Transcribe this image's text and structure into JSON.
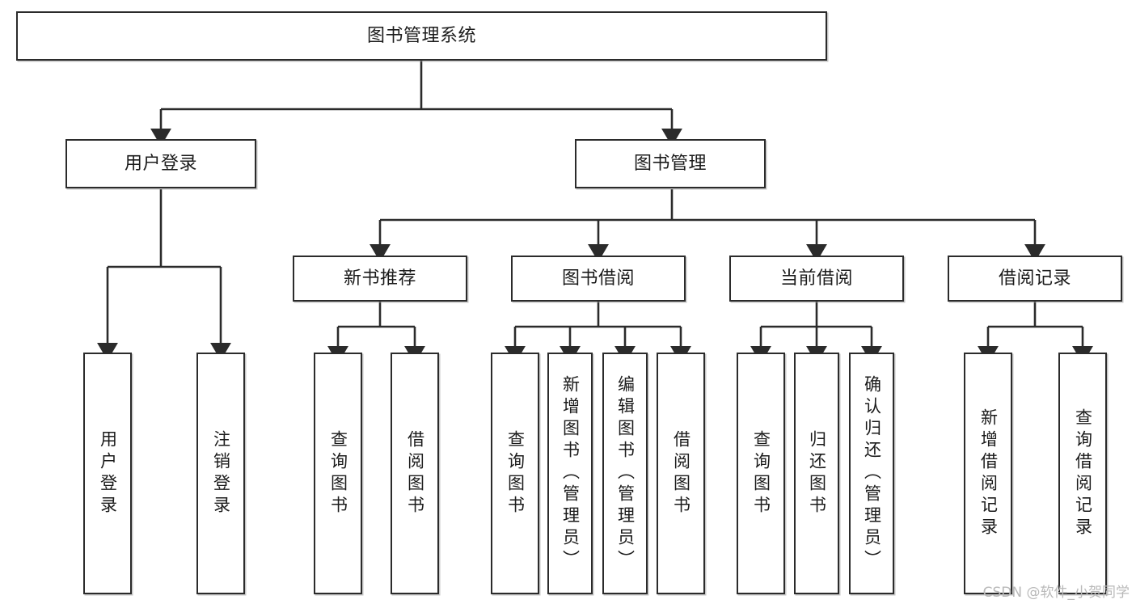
{
  "diagram": {
    "title": "图书管理系统",
    "type": "tree-hierarchy",
    "root": {
      "label": "图书管理系统"
    },
    "level2": [
      {
        "id": "user-login",
        "label": "用户登录"
      },
      {
        "id": "book-manage",
        "label": "图书管理"
      }
    ],
    "level3": [
      {
        "id": "new-book-rec",
        "label": "新书推荐",
        "parent": "book-manage"
      },
      {
        "id": "book-borrow",
        "label": "图书借阅",
        "parent": "book-manage"
      },
      {
        "id": "current-borrow",
        "label": "当前借阅",
        "parent": "book-manage"
      },
      {
        "id": "borrow-record",
        "label": "借阅记录",
        "parent": "book-manage"
      }
    ],
    "leaves": [
      {
        "id": "leaf-user-login",
        "label": "用户登录",
        "parent": "user-login"
      },
      {
        "id": "leaf-logout-login",
        "label": "注销登录",
        "parent": "user-login"
      },
      {
        "id": "leaf-query-book-1",
        "label": "查询图书",
        "parent": "new-book-rec"
      },
      {
        "id": "leaf-borrow-book-1",
        "label": "借阅图书",
        "parent": "new-book-rec"
      },
      {
        "id": "leaf-query-book-2",
        "label": "查询图书",
        "parent": "book-borrow"
      },
      {
        "id": "leaf-add-book",
        "label": "新增图书（管理员）",
        "parent": "book-borrow"
      },
      {
        "id": "leaf-edit-book",
        "label": "编辑图书（管理员）",
        "parent": "book-borrow"
      },
      {
        "id": "leaf-borrow-book-2",
        "label": "借阅图书",
        "parent": "book-borrow"
      },
      {
        "id": "leaf-query-book-3",
        "label": "查询图书",
        "parent": "current-borrow"
      },
      {
        "id": "leaf-return-book",
        "label": "归还图书",
        "parent": "current-borrow"
      },
      {
        "id": "leaf-confirm-return",
        "label": "确认归还（管理员）",
        "parent": "current-borrow"
      },
      {
        "id": "leaf-add-record",
        "label": "新增借阅记录",
        "parent": "borrow-record"
      },
      {
        "id": "leaf-query-record",
        "label": "查询借阅记录",
        "parent": "borrow-record"
      }
    ]
  },
  "watermark": {
    "text": "CSDN @软件_小贺同学"
  },
  "colors": {
    "stroke": "#2b2b2b",
    "box_fill": "#ffffff",
    "text": "#1b1b1b",
    "background": "#ffffff",
    "watermark": "#b9b9b9"
  }
}
